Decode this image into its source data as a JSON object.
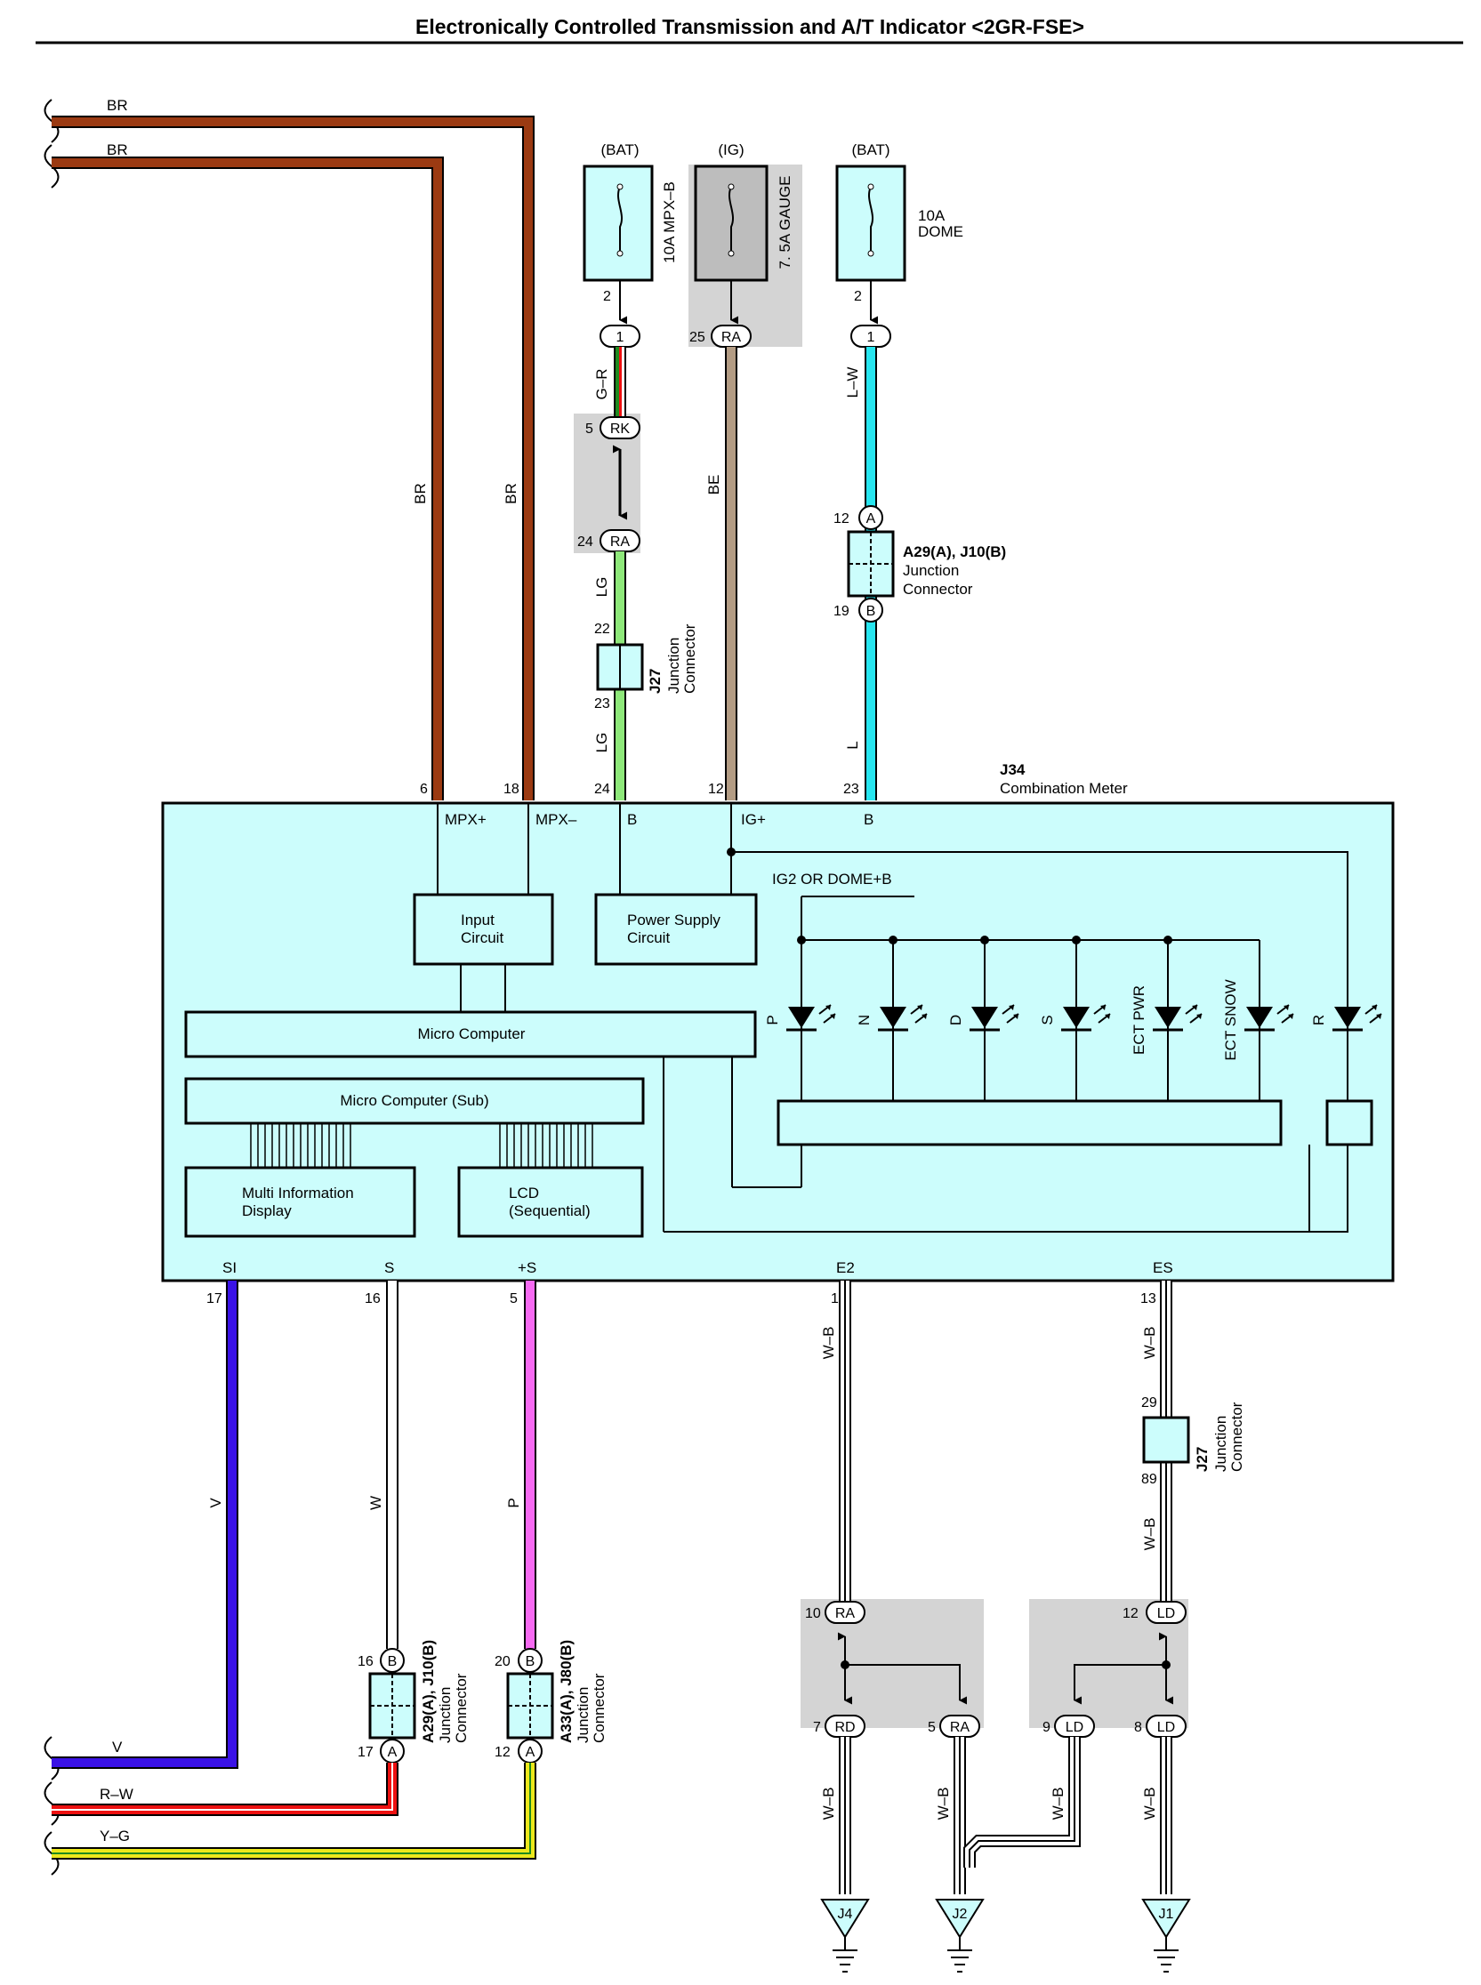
{
  "title": "Electronically Controlled Transmission and A/T Indicator <2GR-FSE>",
  "colors": {
    "BR": "#9b3a12",
    "LG": "#8ee87a",
    "BE": "#b39c84",
    "L": "#27e6f0",
    "V": "#3a12e6",
    "W": "#ffffff",
    "P": "#f76af2",
    "R": "#ee1111",
    "Y": "#ece81c",
    "G": "#1f8a1f",
    "B": "#000000",
    "box": "#ccfdfc",
    "gray": "#d4d4d4"
  },
  "left_wires": {
    "br1": "BR",
    "br2": "BR",
    "v": "V",
    "rw": "R–W",
    "yg": "Y–G"
  },
  "wire_labels": {
    "br1": "BR",
    "br2": "BR",
    "gr": "G–R",
    "lg1": "LG",
    "lg2": "LG",
    "be": "BE",
    "lw": "L–W",
    "l": "L",
    "v": "V",
    "w": "W",
    "p": "P",
    "wb_e2": "W–B",
    "wb_es": "W–B",
    "wb_es2": "W–B",
    "wb_7": "W–B",
    "wb_5": "W–B",
    "wb_9": "W–B",
    "wb_8": "W–B"
  },
  "fuses": {
    "f1": {
      "supply": "(BAT)",
      "name": "10A MPX–B",
      "pin": "2"
    },
    "f2": {
      "supply": "(IG)",
      "name": "7. 5A GAUGE",
      "pin": "25",
      "conn": "RA"
    },
    "f3": {
      "supply": "(BAT)",
      "name_line1": "10A",
      "name_line2": "DOME",
      "pin": "2"
    }
  },
  "connectors": {
    "c1": "1",
    "c3": "1",
    "rk": {
      "pin": "5",
      "code": "RK"
    },
    "ra24": {
      "pin": "24",
      "code": "RA"
    },
    "j27_top": {
      "pin_top": "22",
      "pin_bot": "23",
      "ref": "J27",
      "line1": "Junction",
      "line2": "Connector"
    },
    "a29_top": {
      "pin_top": "12",
      "code_top": "A",
      "pin_bot": "19",
      "code_bot": "B",
      "ref": "A29(A), J10(B)",
      "line1": "Junction",
      "line2": "Connector"
    },
    "j27_bot": {
      "pin_top": "29",
      "pin_bot": "89",
      "ref": "J27",
      "line1": "Junction",
      "line2": "Connector"
    },
    "a29_bot": {
      "pin_top": "16",
      "code_top": "B",
      "pin_bot": "17",
      "code_bot": "A",
      "ref": "A29(A), J10(B)",
      "line1": "Junction",
      "line2": "Connector"
    },
    "a33_bot": {
      "pin_top": "20",
      "code_top": "B",
      "pin_bot": "12",
      "code_bot": "A",
      "ref": "A33(A), J80(B)",
      "line1": "Junction",
      "line2": "Connector"
    },
    "ra10": {
      "pin": "10",
      "code": "RA"
    },
    "rd7": {
      "pin": "7",
      "code": "RD"
    },
    "ra5": {
      "pin": "5",
      "code": "RA"
    },
    "ld12": {
      "pin": "12",
      "code": "LD"
    },
    "ld9": {
      "pin": "9",
      "code": "LD"
    },
    "ld8": {
      "pin": "8",
      "code": "LD"
    }
  },
  "meter": {
    "ref": "J34",
    "name": "Combination Meter",
    "top_pins": [
      "6",
      "18",
      "24",
      "12",
      "23"
    ],
    "top_terms": [
      "MPX+",
      "MPX–",
      "B",
      "IG+",
      "B"
    ],
    "bottom_pins": [
      "17",
      "16",
      "5",
      "1",
      "13"
    ],
    "bottom_terms": [
      "SI",
      "S",
      "+S",
      "E2",
      "ES"
    ],
    "blocks": {
      "input_1": "Input",
      "input_2": "Circuit",
      "power_1": "Power Supply",
      "power_2": "Circuit",
      "micro": "Micro Computer",
      "micro_sub": "Micro Computer (Sub)",
      "mid_1": "Multi Information",
      "mid_2": "Display",
      "lcd_1": "LCD",
      "lcd_2": "(Sequential)"
    },
    "ig2": "IG2 OR DOME+B",
    "leds": [
      "P",
      "N",
      "D",
      "S",
      "ECT PWR",
      "ECT SNOW",
      "R"
    ]
  },
  "grounds": [
    "J4",
    "J2",
    "J1"
  ]
}
